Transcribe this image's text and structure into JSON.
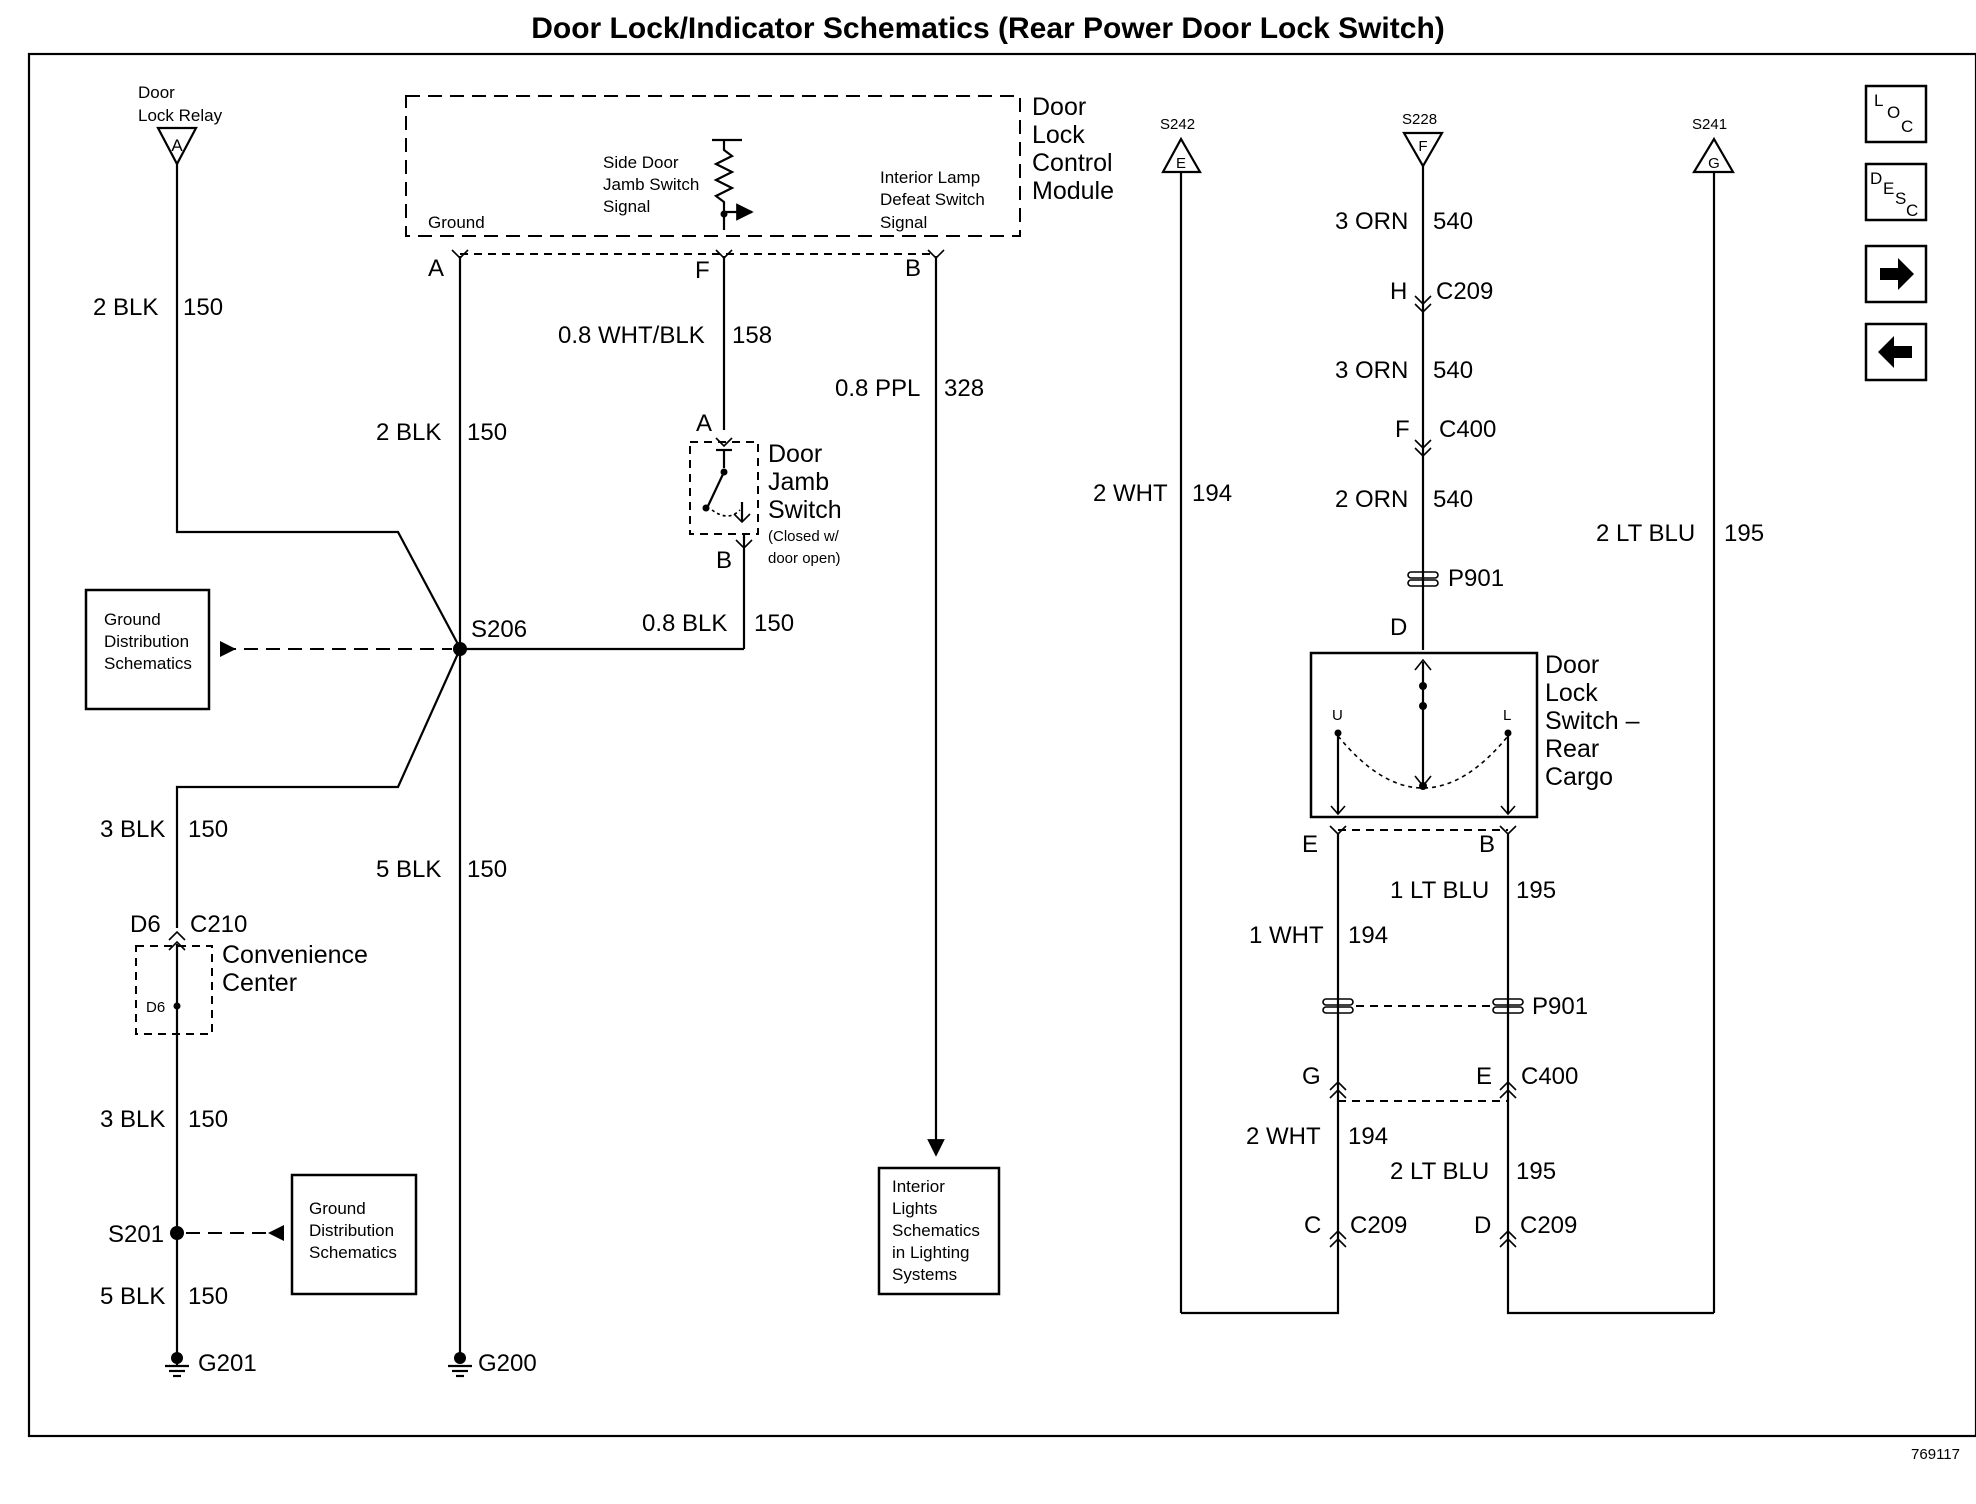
{
  "title": "Door Lock/Indicator Schematics (Rear Power Door Lock Switch)",
  "figure_number": "769117",
  "nav": {
    "loc_label": "LOC",
    "desc_label": "DESC",
    "next_icon": "right-arrow-icon",
    "prev_icon": "left-arrow-icon"
  },
  "connectors": {
    "door_lock_relay": {
      "name_line1": "Door",
      "name_line2": "Lock Relay",
      "pin": "A"
    },
    "s242": {
      "name": "S242",
      "pin": "E"
    },
    "s228": {
      "name": "S228",
      "pin": "F"
    },
    "s241": {
      "name": "S241",
      "pin": "G"
    }
  },
  "dlcm": {
    "line1": "Door",
    "line2": "Lock",
    "line3": "Control",
    "line4": "Module",
    "ground_label": "Ground",
    "side_door_l1": "Side Door",
    "side_door_l2": "Jamb Switch",
    "side_door_l3": "Signal",
    "interior_l1": "Interior Lamp",
    "interior_l2": "Defeat Switch",
    "interior_l3": "Signal",
    "pin_a": "A",
    "pin_f": "F",
    "pin_b": "B"
  },
  "door_jamb": {
    "line1": "Door",
    "line2": "Jamb",
    "line3": "Switch",
    "note1": "(Closed w/",
    "note2": "door open)",
    "pin_a": "A",
    "pin_b": "B"
  },
  "wires": {
    "relay_color": "2 BLK",
    "relay_circuit": "150",
    "dlcm_a_color": "2 BLK",
    "dlcm_a_circuit": "150",
    "dlcm_f_color": "0.8 WHT/BLK",
    "dlcm_f_circuit": "158",
    "dlcm_b_color": "0.8 PPL",
    "dlcm_b_circuit": "328",
    "jamb_b_color": "0.8 BLK",
    "jamb_b_circuit": "150",
    "s206_down_color": "3 BLK",
    "s206_down_circuit": "150",
    "g200_color": "5 BLK",
    "g200_circuit": "150",
    "conv_down_color": "3 BLK",
    "conv_down_circuit": "150",
    "g201_color": "5 BLK",
    "g201_circuit": "150",
    "s242_color": "2 WHT",
    "s242_circuit": "194",
    "s228_1_color": "3 ORN",
    "s228_1_circuit": "540",
    "s228_2_color": "3 ORN",
    "s228_2_circuit": "540",
    "s228_3_color": "2 ORN",
    "s228_3_circuit": "540",
    "s241_color": "2 LT BLU",
    "s241_circuit": "195",
    "sw_e1_color": "1 WHT",
    "sw_e1_circuit": "194",
    "sw_b1_color": "1 LT BLU",
    "sw_b1_circuit": "195",
    "sw_e2_color": "2 WHT",
    "sw_e2_circuit": "194",
    "sw_b2_color": "2 LT BLU",
    "sw_b2_circuit": "195"
  },
  "splices": {
    "s206": "S206",
    "s201": "S201"
  },
  "grounds": {
    "g201": "G201",
    "g200": "G200"
  },
  "ground_dist_1": {
    "l1": "Ground",
    "l2": "Distribution",
    "l3": "Schematics"
  },
  "ground_dist_2": {
    "l1": "Ground",
    "l2": "Distribution",
    "l3": "Schematics"
  },
  "interior_lights": {
    "l1": "Interior",
    "l2": "Lights",
    "l3": "Schematics",
    "l4": "in Lighting",
    "l5": "Systems"
  },
  "convenience": {
    "pin": "D6",
    "connector": "C210",
    "line1": "Convenience",
    "line2": "Center",
    "inner_pin": "D6"
  },
  "rear_connectors": {
    "h_pin": "H",
    "c209_top": "C209",
    "f_pin": "F",
    "c400_top": "C400",
    "p901_top": "P901",
    "d_pin": "D",
    "e_pin": "E",
    "b_pin": "B",
    "p901_mid": "P901",
    "g_pin": "G",
    "e2_pin": "E",
    "c400_mid": "C400",
    "c_pin": "C",
    "c209_left": "C209",
    "d2_pin": "D",
    "c209_right": "C209"
  },
  "rear_switch": {
    "line1": "Door",
    "line2": "Lock",
    "line3": "Switch –",
    "line4": "Rear",
    "line5": "Cargo",
    "u": "U",
    "l": "L"
  }
}
